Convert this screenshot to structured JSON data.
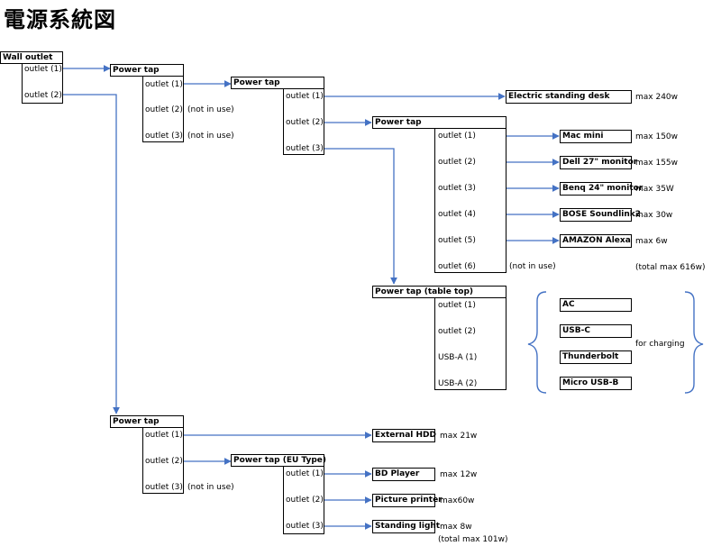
{
  "title": "電源系統図",
  "wall": {
    "header": "Wall outlet",
    "outlets": [
      "outlet (1)",
      "outlet (2)"
    ]
  },
  "tapA": {
    "header": "Power tap",
    "outlets": [
      "outlet (1)",
      "outlet (2)",
      "outlet (3)"
    ],
    "notes": [
      "(not in use)",
      "(not in use)"
    ]
  },
  "tapB": {
    "header": "Power tap",
    "outlets": [
      "outlet (1)",
      "outlet (2)",
      "outlet (3)"
    ]
  },
  "tapC": {
    "header": "Power tap",
    "outlets": [
      "outlet (1)",
      "outlet (2)",
      "outlet (3)",
      "outlet (4)",
      "outlet (5)",
      "outlet (6)"
    ],
    "note": "(not in use)"
  },
  "tapTable": {
    "header": "Power tap (table top)",
    "outlets": [
      "outlet (1)",
      "outlet (2)",
      "USB-A (1)",
      "USB-A  (2)"
    ]
  },
  "tapD": {
    "header": "Power tap",
    "outlets": [
      "outlet (1)",
      "outlet (2)",
      "outlet (3)"
    ],
    "note": "(not in use)"
  },
  "tapEU": {
    "header": "Power tap (EU Type)",
    "outlets": [
      "outlet (1)",
      "outlet (2)",
      "outlet (3)"
    ]
  },
  "devices": {
    "desk": {
      "label": "Electric standing desk",
      "power": "max 240w"
    },
    "macmini": {
      "label": "Mac mini",
      "power": "max 150w"
    },
    "dell": {
      "label": "Dell 27\" monitor",
      "power": "max 155w"
    },
    "benq": {
      "label": "Benq 24\" monitor",
      "power": "max 35W"
    },
    "bose": {
      "label": "BOSE Soundlink2",
      "power": "max 30w"
    },
    "alexa": {
      "label": "AMAZON Alexa",
      "power": "max 6w"
    },
    "hdd": {
      "label": "External HDD",
      "power": "max 21w"
    },
    "bd": {
      "label": "BD Player",
      "power": "max 12w"
    },
    "printer": {
      "label": "Picture printer",
      "power": "max60w"
    },
    "light": {
      "label": "Standing light",
      "power": "max 8w"
    }
  },
  "totals": {
    "tapC": "(total max 616w)",
    "tapEU": "(total max 101w)"
  },
  "charging": {
    "items": [
      "AC",
      "USB-C",
      "Thunderbolt",
      "Micro USB-B"
    ],
    "label": "for charging"
  },
  "colors": {
    "wire": "#4472C4",
    "bracket": "#4472C4",
    "border": "#000000"
  }
}
